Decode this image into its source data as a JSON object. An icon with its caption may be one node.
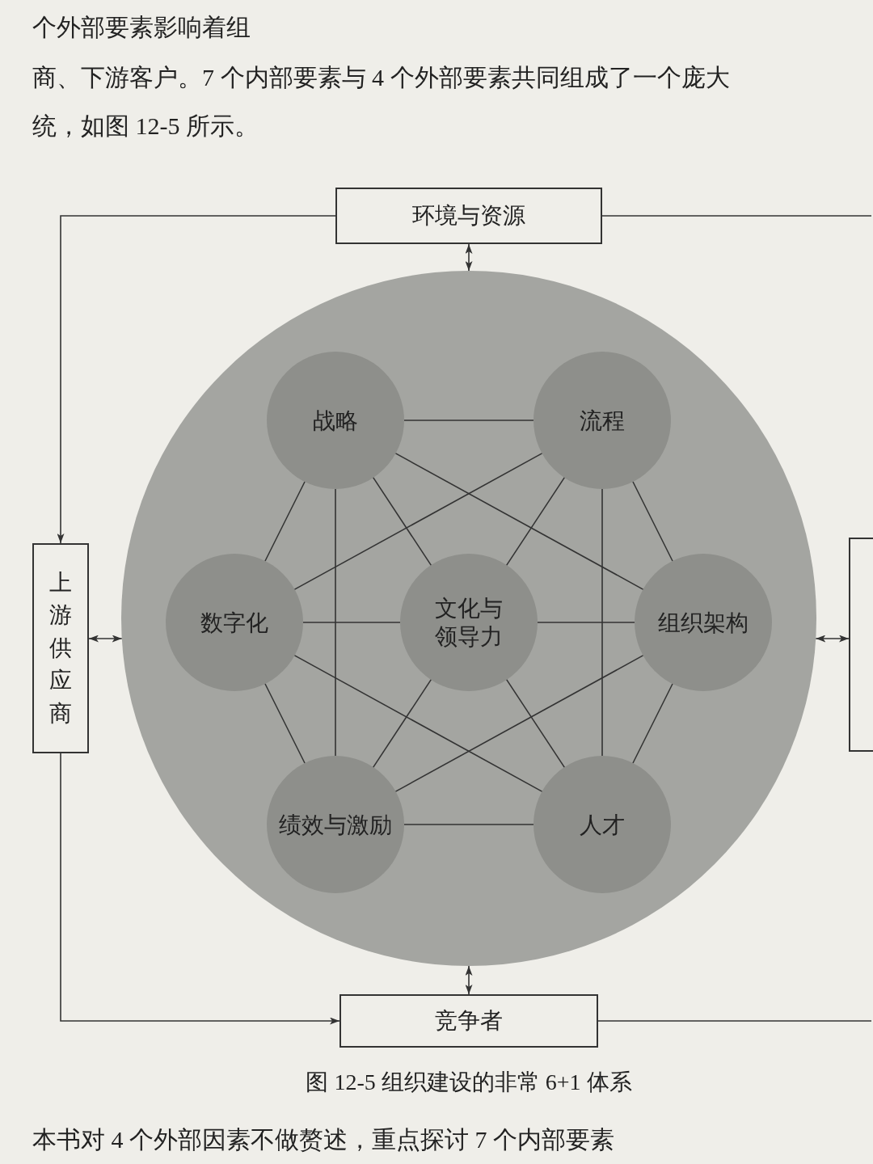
{
  "diagram": {
    "caption": "图 12-5 组织建设的非常 6+1 体系",
    "nodes": [
      {
        "text": [
          "环境与资源"
        ]
      },
      {
        "text": [],
        "shape": "circle"
      },
      {
        "text": [
          "战略"
        ],
        "in": 1
      },
      {
        "text": [
          "流程"
        ],
        "in": 1
      },
      {
        "text": [
          "上游供应商"
        ]
      },
      {
        "text": [
          "数字化"
        ],
        "in": 1
      },
      {
        "text": [
          "文化与领导力"
        ],
        "in": 1
      },
      {
        "text": [
          "组织架构"
        ],
        "in": 1
      },
      {
        "text": [],
        "shape": "box"
      },
      {
        "text": [
          "绩效与激励"
        ],
        "in": 1
      },
      {
        "text": [
          "人才"
        ],
        "in": 1
      },
      {
        "text": [
          "竞争者"
        ]
      }
    ],
    "edges": [
      {
        "from": 0,
        "to": 1,
        "arrow": "both"
      },
      {
        "from": 4,
        "to": 1,
        "arrow": "both"
      },
      {
        "from": 1,
        "to": 8,
        "arrow": "both"
      },
      {
        "from": 1,
        "to": 11,
        "arrow": "both"
      },
      {
        "from": 0,
        "to": 4,
        "arrow": "to"
      },
      {
        "from": 4,
        "to": 11,
        "arrow": "to"
      },
      {
        "from": 0,
        "to": null,
        "arrow": "none"
      },
      {
        "from": 11,
        "to": null,
        "arrow": "none"
      },
      {
        "from": 2,
        "to": 3,
        "arrow": "none"
      },
      {
        "from": 3,
        "to": 7,
        "arrow": "none"
      },
      {
        "from": 7,
        "to": 10,
        "arrow": "none"
      },
      {
        "from": 9,
        "to": 10,
        "arrow": "none"
      },
      {
        "from": 5,
        "to": 9,
        "arrow": "none"
      },
      {
        "from": 2,
        "to": 5,
        "arrow": "none"
      },
      {
        "from": 2,
        "to": 7,
        "arrow": "none"
      },
      {
        "from": 2,
        "to": 9,
        "arrow": "none"
      },
      {
        "from": 3,
        "to": 5,
        "arrow": "none"
      },
      {
        "from": 3,
        "to": 10,
        "arrow": "none"
      },
      {
        "from": 7,
        "to": 9,
        "arrow": "none"
      },
      {
        "from": 5,
        "to": 10,
        "arrow": "none"
      },
      {
        "from": 2,
        "to": 6,
        "arrow": "none"
      },
      {
        "from": 3,
        "to": 6,
        "arrow": "none"
      },
      {
        "from": 5,
        "to": 6,
        "arrow": "none"
      },
      {
        "from": 6,
        "to": 7,
        "arrow": "none"
      },
      {
        "from": 6,
        "to": 9,
        "arrow": "none"
      },
      {
        "from": 6,
        "to": 10,
        "arrow": "none"
      }
    ],
    "labels": [
      "个外部要素影响着组",
      "商、下游客户。7 个内部要素与 4 个外部要素共同组成了一个庞大",
      "统，如图 12-5 所示。",
      "本书对 4 个外部因素不做赘述，重点探讨 7 个内部要素"
    ]
  }
}
